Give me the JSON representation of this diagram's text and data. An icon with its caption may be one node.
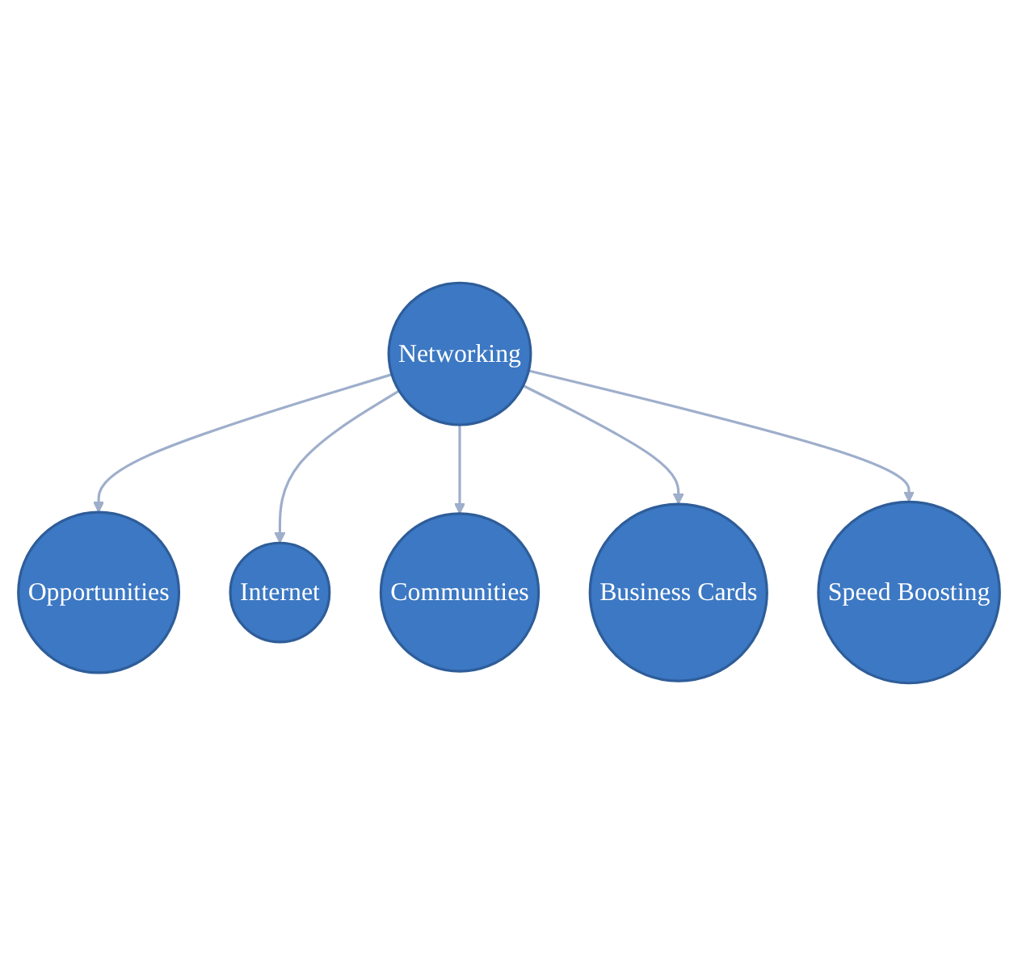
{
  "diagram": {
    "nodes": [
      {
        "text": [
          "Opportunities"
        ]
      },
      {
        "text": [
          "Internet"
        ]
      },
      {
        "text": [
          "Communities"
        ]
      },
      {
        "text": [
          "Networking"
        ]
      },
      {
        "text": [
          "Business Cards"
        ]
      },
      {
        "text": [
          "Speed Boosting"
        ]
      }
    ],
    "edges": [
      {
        "from": 3,
        "to": 0,
        "arrow": "to"
      },
      {
        "from": 3,
        "to": 1,
        "arrow": "to"
      },
      {
        "from": 3,
        "to": 2,
        "arrow": "to"
      },
      {
        "from": 3,
        "to": 4,
        "arrow": "to"
      },
      {
        "from": 3,
        "to": 5,
        "arrow": "to"
      }
    ]
  }
}
